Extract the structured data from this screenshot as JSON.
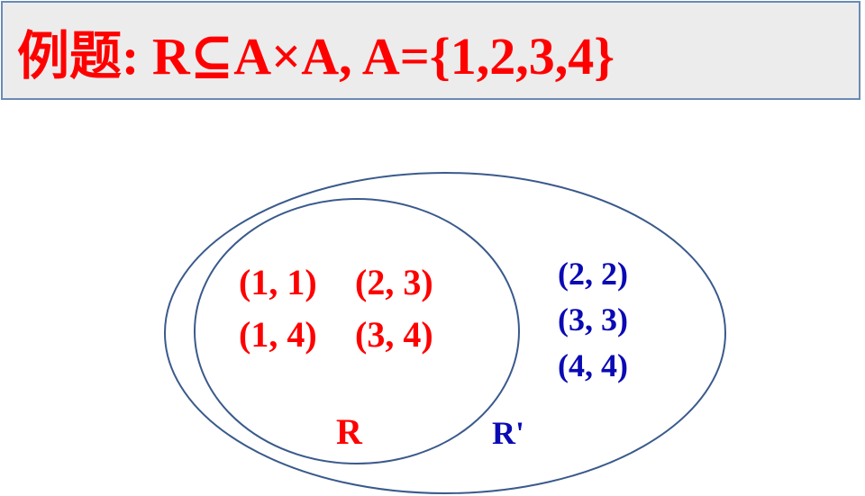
{
  "title": "例题: R⊆A×A, A={1,2,3,4}",
  "inner_set": {
    "name": "R",
    "pairs": [
      "(1, 1)",
      "(2, 3)",
      "(1, 4)",
      "(3, 4)"
    ]
  },
  "outer_set": {
    "name": "R'",
    "pairs": [
      "(2, 2)",
      "(3, 3)",
      "(4, 4)"
    ]
  },
  "colors": {
    "title": "#ff0000",
    "inner_pairs": "#ff0000",
    "outer_pairs": "#0a0ab4",
    "ellipse_stroke": "#3a5a8c",
    "title_bg": "#ececec",
    "title_border": "#6a8bb5"
  }
}
